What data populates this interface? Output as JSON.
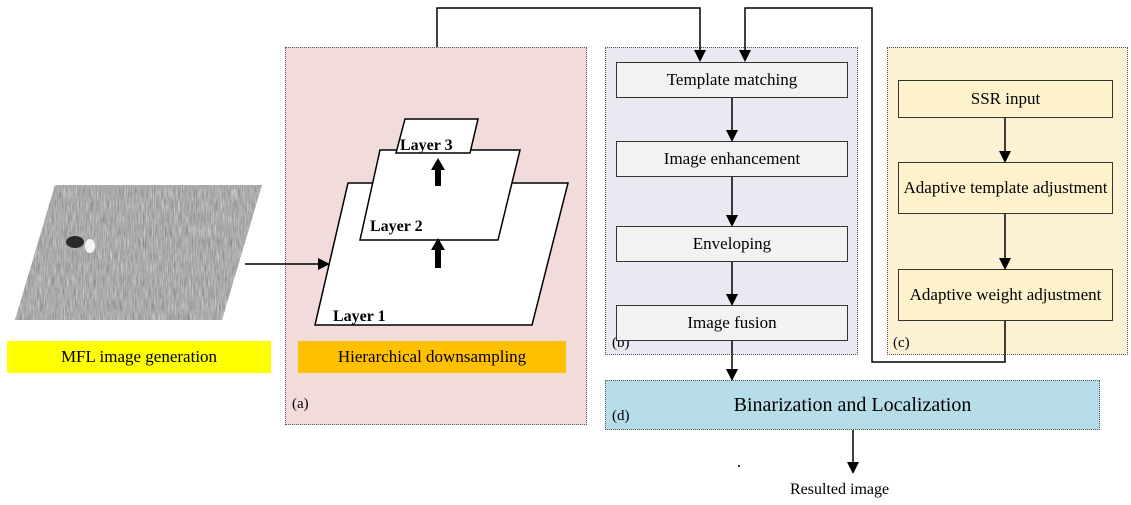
{
  "mfl": {
    "caption": "MFL image generation",
    "caption_color": "#ffff00"
  },
  "panel_a": {
    "label": "(a)",
    "background": "#f1dcdb",
    "caption": "Hierarchical downsampling",
    "caption_color": "#ffc000",
    "layers": [
      "Layer 1",
      "Layer 2",
      "Layer 3"
    ]
  },
  "panel_b": {
    "label": "(b)",
    "background": "#eae8f0",
    "box_fill": "#f2f2f2",
    "steps": [
      "Template matching",
      "Image enhancement",
      "Enveloping",
      "Image fusion"
    ]
  },
  "panel_c": {
    "label": "(c)",
    "background": "#fdf1d3",
    "box_fill": "#fef2cc",
    "steps": [
      "SSR input",
      "Adaptive template adjustment",
      "Adaptive weight adjustment"
    ]
  },
  "panel_d": {
    "label": "(d)",
    "background": "#b7dde8",
    "title": "Binarization and Localization"
  },
  "output": {
    "caption": "Resulted image"
  }
}
